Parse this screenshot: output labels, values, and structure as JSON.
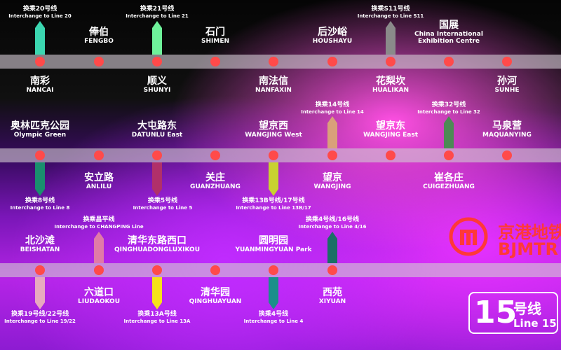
{
  "rows": [
    {
      "stations": [
        {
          "cn": "南彩",
          "en": "NANCAI",
          "side": "below"
        },
        {
          "cn": "俸伯",
          "en": "FENGBO",
          "side": "above"
        },
        {
          "cn": "",
          "en": "",
          "side": "none"
        },
        {
          "cn": "顺义",
          "en": "SHUNYI",
          "side": "below"
        },
        {
          "cn": "石门",
          "en": "SHIMEN",
          "side": "above"
        },
        {
          "cn": "",
          "en": "",
          "side": "none"
        },
        {
          "cn": "南法信",
          "en": "NANFAXIN",
          "side": "below"
        },
        {
          "cn": "后沙峪",
          "en": "HOUSHAYU",
          "side": "above"
        },
        {
          "cn": "花梨坎",
          "en": "HUALIKAN",
          "side": "below"
        },
        {
          "cn": "国展",
          "en": "China International Exhibition Centre",
          "side": "above"
        },
        {
          "cn": "",
          "en": "",
          "side": "none"
        },
        {
          "cn": "孙河",
          "en": "SUNHE",
          "side": "below"
        }
      ],
      "interchanges": [
        {
          "cn": "换乘20号线",
          "en": "Interchange to Line 20",
          "dir": "up",
          "color": "#3bd6b0"
        },
        {
          "cn": "换乘21号线",
          "en": "Interchange to Line 21",
          "dir": "up",
          "color": "#6ef29a"
        },
        {
          "cn": "换乘S11号线",
          "en": "Interchange to Line S11",
          "dir": "up",
          "color": "#8a8a8a"
        }
      ]
    },
    {
      "stations": [
        {
          "cn": "奥林匹克公园",
          "en": "Olympic Green",
          "side": "above"
        },
        {
          "cn": "安立路",
          "en": "ANLILU",
          "side": "below"
        },
        {
          "cn": "大屯路东",
          "en": "DATUNLU East",
          "side": "above"
        },
        {
          "cn": "关庄",
          "en": "GUANZHUANG",
          "side": "below"
        },
        {
          "cn": "望京西",
          "en": "WANGJING West",
          "side": "above"
        },
        {
          "cn": "望京",
          "en": "WANGJING",
          "side": "below"
        },
        {
          "cn": "望京东",
          "en": "WANGJING East",
          "side": "above"
        },
        {
          "cn": "崔各庄",
          "en": "CUIGEZHUANG",
          "side": "below"
        },
        {
          "cn": "马泉营",
          "en": "MAQUANYING",
          "side": "above"
        }
      ],
      "interchanges": [
        {
          "cn": "换乘8号线",
          "en": "Interchange to Line 8",
          "dir": "down",
          "color": "#1a8f6e"
        },
        {
          "cn": "换乘5号线",
          "en": "Interchange to Line 5",
          "dir": "down",
          "color": "#b0306a"
        },
        {
          "cn": "换乘13B号线/17号线",
          "en": "Interchange to Line 13B/17",
          "dir": "down",
          "color": "#c8d230"
        },
        {
          "cn": "换乘14号线",
          "en": "Interchange to Line 14",
          "dir": "up",
          "color": "#d9a07a"
        },
        {
          "cn": "换乘32号线",
          "en": "Interchange to Line 32",
          "dir": "up",
          "color": "#4d8a55"
        }
      ]
    },
    {
      "stations": [
        {
          "cn": "北沙滩",
          "en": "BEISHATAN",
          "side": "above"
        },
        {
          "cn": "六道口",
          "en": "LIUDAOKOU",
          "side": "below"
        },
        {
          "cn": "清华东路西口",
          "en": "QINGHUADONGLUXIKOU",
          "side": "above"
        },
        {
          "cn": "清华园",
          "en": "QINGHUAYUAN",
          "side": "below"
        },
        {
          "cn": "圆明园",
          "en": "YUANMINGYUAN Park",
          "side": "above"
        },
        {
          "cn": "西苑",
          "en": "XIYUAN",
          "side": "below"
        }
      ],
      "interchanges": [
        {
          "cn": "换乘19号线/22号线",
          "en": "Interchange to Line 19/22",
          "dir": "down",
          "color": "#e8a8c0"
        },
        {
          "cn": "换乘昌平线",
          "en": "Interchange to CHANGPING Line",
          "dir": "up",
          "color": "#e07aa8"
        },
        {
          "cn": "换乘13A号线",
          "en": "Interchange to Line 13A",
          "dir": "down",
          "color": "#f5e21a"
        },
        {
          "cn": "换乘4号线",
          "en": "Interchange to Line 4",
          "dir": "down",
          "color": "#1a8f8a"
        },
        {
          "cn": "换乘4号线/16号线",
          "en": "Interchange to Line 4/16",
          "dir": "up",
          "color": "#1a6f66"
        }
      ]
    }
  ],
  "logo": {
    "cn": "京港地铁",
    "en": "BJMTR",
    "color": "#ff3838"
  },
  "line_badge": {
    "number": "15",
    "cn": "号线",
    "en": "Line 15"
  },
  "colors": {
    "dot": "#ff4a4a",
    "band": "#d2c8d2"
  }
}
